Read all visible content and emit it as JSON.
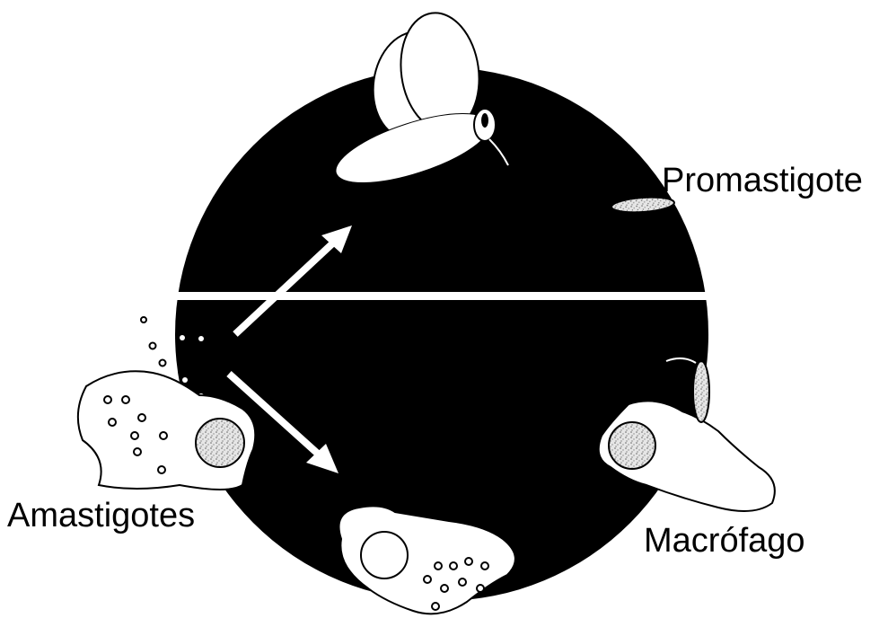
{
  "labels": {
    "promastigote": "Promastigote",
    "amastigotes": "Amastigotes",
    "macrofago": "Macrófago"
  },
  "colors": {
    "disc": "#000000",
    "arrows": "#ffffff",
    "cell_fill": "#ffffff",
    "outline": "#000000",
    "nucleus_fill": "#d9d9d9"
  }
}
